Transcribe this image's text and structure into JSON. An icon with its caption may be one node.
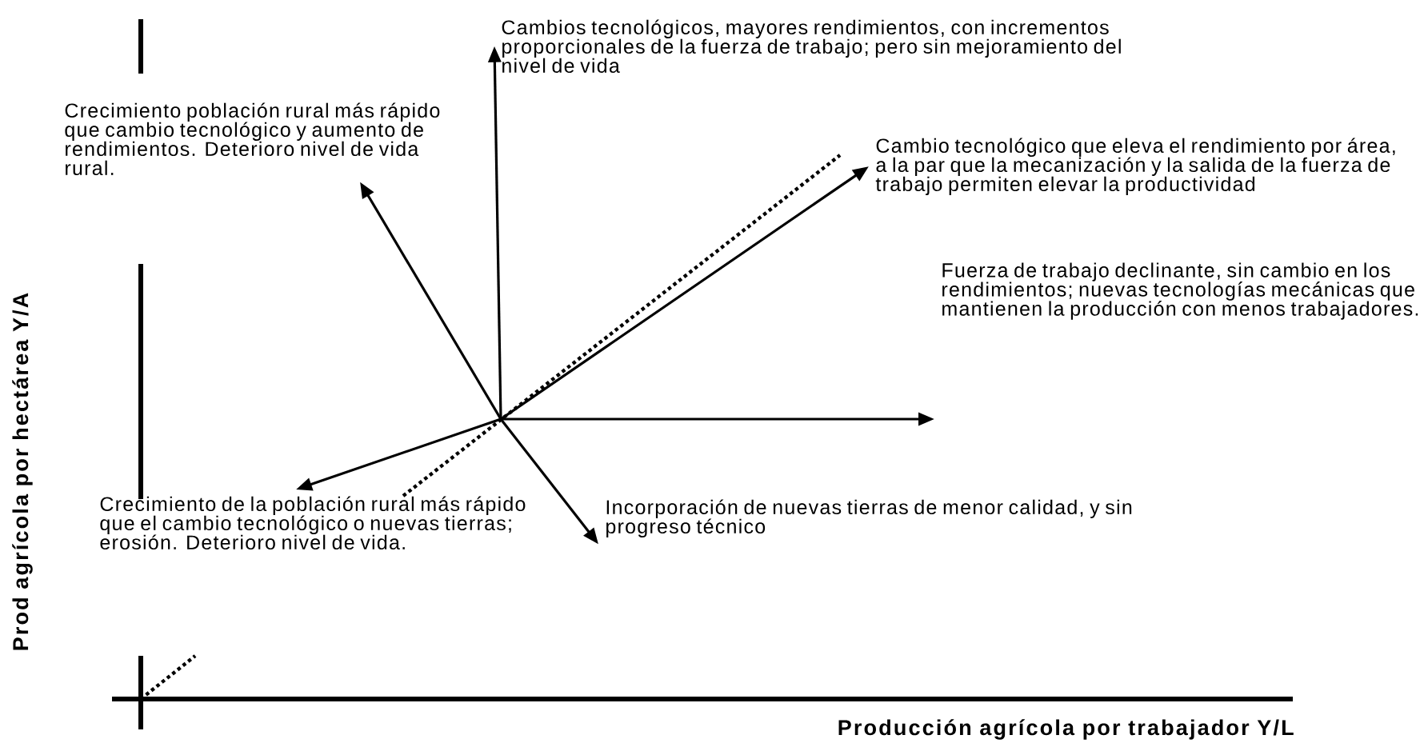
{
  "diagram": {
    "nodes": [
      {
        "text": [
          "Cambios tecnológicos, mayores rendimientos, con incrementos proporcionales de la fuerza de trabajo; pero sin mejoramiento del nivel de vida"
        ]
      },
      {
        "text": [
          "Crecimiento población rural más rápido que cambio tecnológico y aumento de rendimientos. Deterioro nivel de vida rural."
        ]
      },
      {
        "text": [
          "Cambio tecnológico que eleva el rendimiento por área, a la par que la mecanización y la salida de la fuerza de trabajo permiten elevar la productividad"
        ]
      },
      {
        "text": [
          "Fuerza de trabajo declinante, sin cambio en los rendimientos; nuevas tecnologías mecánicas que mantienen la producción con menos trabajadores."
        ]
      },
      {
        "text": [
          "Crecimiento de la población rural más rápido que el cambio tecnológico o nuevas tierras; erosión. Deterioro nivel de vida."
        ]
      },
      {
        "text": [
          "Incorporación de nuevas tierras de menor calidad, y sin progreso técnico"
        ]
      }
    ],
    "edges": [
      {
        "from": null,
        "to": 0,
        "arrow": "to"
      },
      {
        "from": null,
        "to": 1,
        "arrow": "to"
      },
      {
        "from": null,
        "to": 2,
        "arrow": "to"
      },
      {
        "from": null,
        "to": 3,
        "arrow": "to"
      },
      {
        "from": null,
        "to": 4,
        "arrow": "to"
      },
      {
        "from": null,
        "to": 5,
        "arrow": "to"
      }
    ],
    "labels": [
      "Prod agrícola por hectárea Y/A",
      "Producción agrícola por trabajador Y/L"
    ]
  }
}
